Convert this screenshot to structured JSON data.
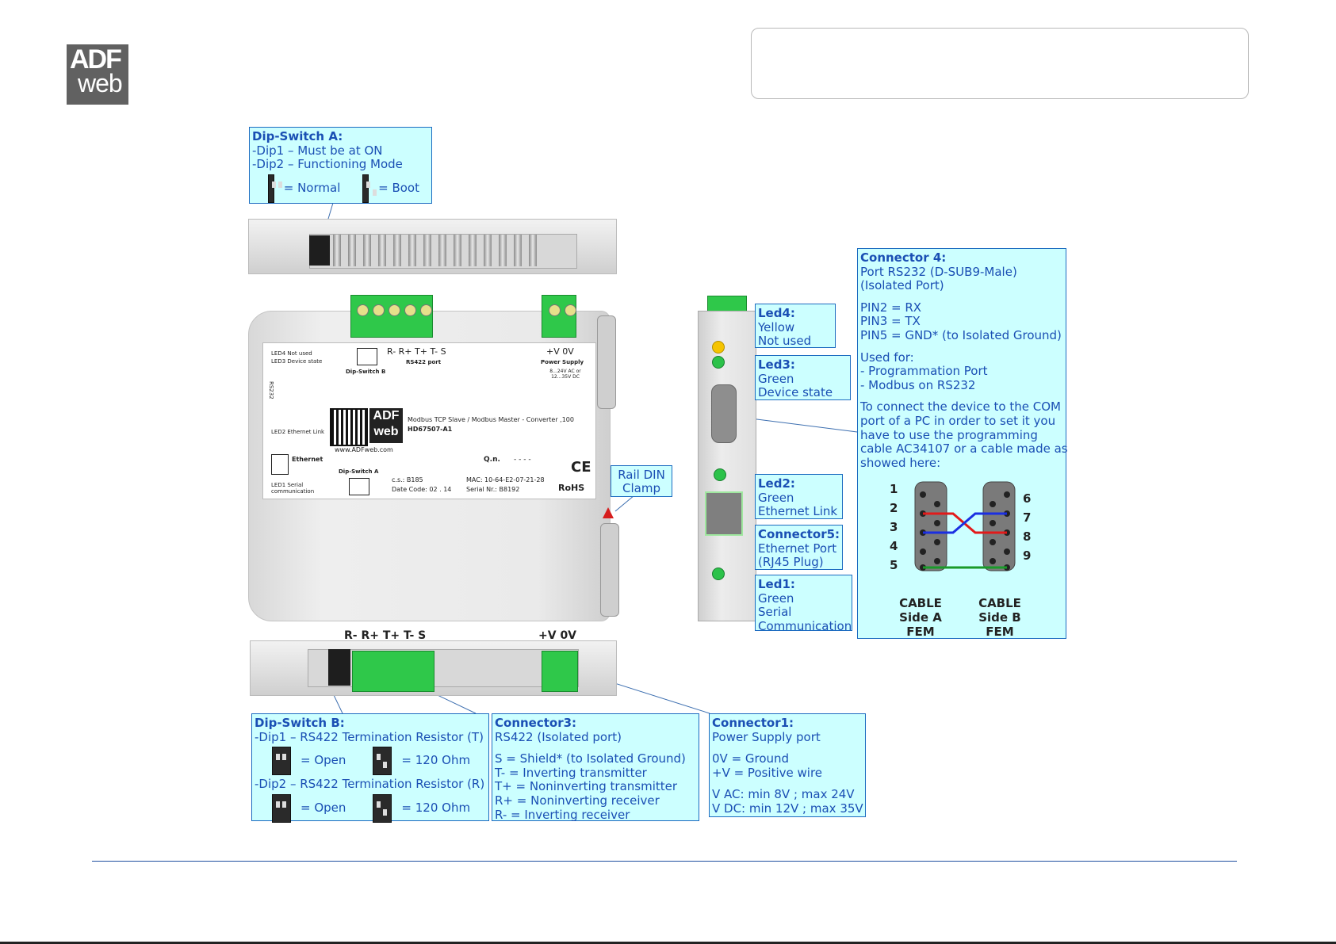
{
  "logo": {
    "line1": "ADF",
    "line2": "web"
  },
  "dip_a": {
    "title": "Dip-Switch A:",
    "lines": [
      "-Dip1 – Must be at ON",
      "-Dip2 – Functioning Mode"
    ],
    "normal": "= Normal",
    "boot": "= Boot"
  },
  "dip_b": {
    "title": "Dip-Switch B:",
    "dip1": "-Dip1 – RS422 Termination Resistor (T)",
    "dip2": "-Dip2 – RS422 Termination Resistor (R)",
    "open": "= Open",
    "ohm": "= 120 Ohm"
  },
  "connector3": {
    "title": "Connector3:",
    "lines": [
      "RS422 (Isolated port)",
      "",
      "S = Shield* (to Isolated Ground)",
      "T- = Inverting transmitter",
      "T+ = Noninverting transmitter",
      "R+ = Noninverting receiver",
      "R- = Inverting receiver"
    ]
  },
  "connector1": {
    "title": "Connector1:",
    "lines": [
      "Power Supply port",
      "",
      "0V = Ground",
      "+V = Positive wire",
      "",
      "V AC: min 8V ; max 24V",
      "V DC: min 12V ; max 35V"
    ]
  },
  "connector4": {
    "title": "Connector 4:",
    "lines": [
      "Port RS232 (D-SUB9-Male)",
      "(Isolated Port)",
      "",
      "PIN2 = RX",
      "PIN3 = TX",
      "PIN5 = GND* (to Isolated Ground)",
      "",
      "Used for:",
      " - Programmation Port",
      " - Modbus on RS232",
      "",
      "To connect the device to the COM",
      "port of a PC in order to set it you",
      "have to use the programming",
      "cable AC34107 or a cable made as",
      "showed here:"
    ]
  },
  "led4": {
    "title": "Led4:",
    "lines": [
      "Yellow",
      "Not used"
    ]
  },
  "led3": {
    "title": "Led3:",
    "lines": [
      "Green",
      "Device state"
    ]
  },
  "led2": {
    "title": "Led2:",
    "lines": [
      "Green",
      "Ethernet Link"
    ]
  },
  "connector5": {
    "title": "Connector5:",
    "lines": [
      "Ethernet Port",
      "(RJ45 Plug)"
    ]
  },
  "led1": {
    "title": "Led1:",
    "lines": [
      "Green",
      "Serial",
      "Communication"
    ]
  },
  "rail_clamp": "Rail DIN Clamp",
  "terminals_bottom": {
    "rs422": "R- R+ T+ T- S",
    "power": "+V 0V"
  },
  "device_label": {
    "terminals_rs422": "R- R+ T+ T- S",
    "rs422_port": "RS422 port",
    "terminals_power": "+V 0V",
    "power_supply": "Power Supply",
    "power_spec": "8...24V AC or 12...35V DC",
    "led4": "LED4 Not used",
    "led3": "LED3 Device state",
    "rs232": "RS232",
    "led2": "LED2 Ethernet Link",
    "ethernet": "Ethernet",
    "led1": "LED1 Serial communication",
    "dip_b": "Dip-Switch B",
    "dip_a": "Dip-Switch A",
    "product": "Modbus TCP Slave / Modbus Master - Converter ,100",
    "code": "HD67507-A1",
    "url": "www.ADFweb.com",
    "cs": "c.s.: B185",
    "date": "Date Code: 02 . 14",
    "mac": "MAC: 10-64-E2-07-21-28",
    "serial": "Serial Nr.: B8192",
    "qn": "Q.n.",
    "qn_val": "- - - -",
    "ce": "CE",
    "rohs": "RoHS"
  },
  "cable": {
    "side_a": [
      "CABLE",
      "Side A",
      "FEM"
    ],
    "side_b": [
      "CABLE",
      "Side B",
      "FEM"
    ],
    "pins_a": [
      "1",
      "2",
      "3",
      "4",
      "5"
    ],
    "pins_b": [
      "6",
      "7",
      "8",
      "9"
    ]
  }
}
